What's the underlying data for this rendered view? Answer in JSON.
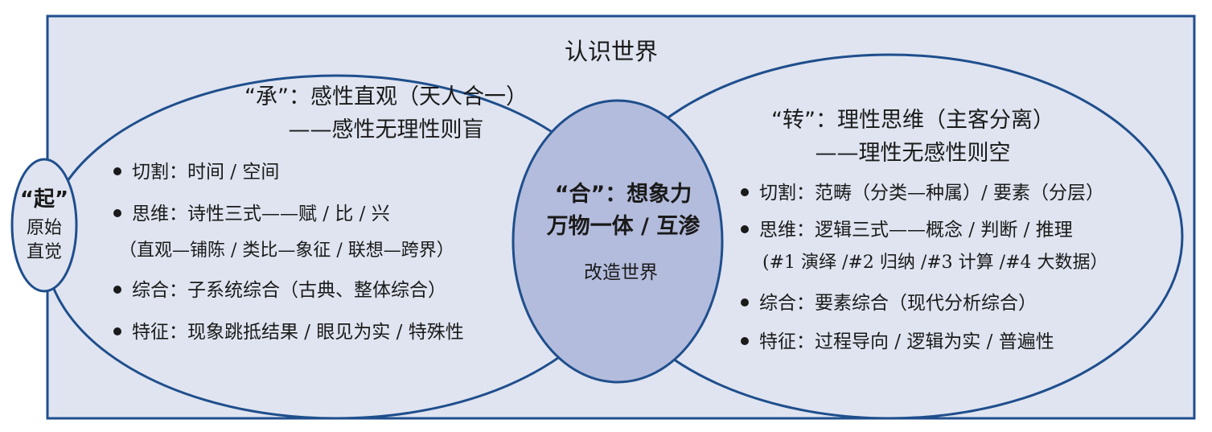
{
  "title": "认识世界",
  "left": {
    "heading_line1": "“承”：感性直观（天人合一）",
    "heading_line2": "——感性无理性则盲",
    "items": [
      "切割：时间 / 空间",
      "思维：诗性三式——赋 / 比 / 兴",
      "综合：子系统综合（古典、整体综合）",
      "特征：现象跳抵结果 / 眼见为实 / 特殊性"
    ],
    "item2_sub": "（直观—铺陈 / 类比—象征 / 联想—跨界）"
  },
  "right": {
    "heading_line1": "“转”：理性思维（主客分离）",
    "heading_line2": "——理性无感性则空",
    "items": [
      "切割：范畴（分类—种属）/ 要素（分层）",
      "思维：逻辑三式——概念 / 判断 / 推理",
      "综合：要素综合（现代分析综合）",
      "特征：过程导向 / 逻辑为实 / 普遍性"
    ],
    "item2_sub": "(#1 演绎 /#2 归纳 /#3 计算 /#4 大数据）"
  },
  "center": {
    "line1": "“合”：想象力",
    "line2": "万物一体 / 互渗",
    "line3": "改造世界"
  },
  "origin": {
    "label": "“起”",
    "line1": "原始",
    "line2": "直觉"
  },
  "colors": {
    "background": "#dfe4f0",
    "outline": "#1f4e8c",
    "center_fill": "#b3bcdc",
    "text": "#1a1a1a"
  }
}
